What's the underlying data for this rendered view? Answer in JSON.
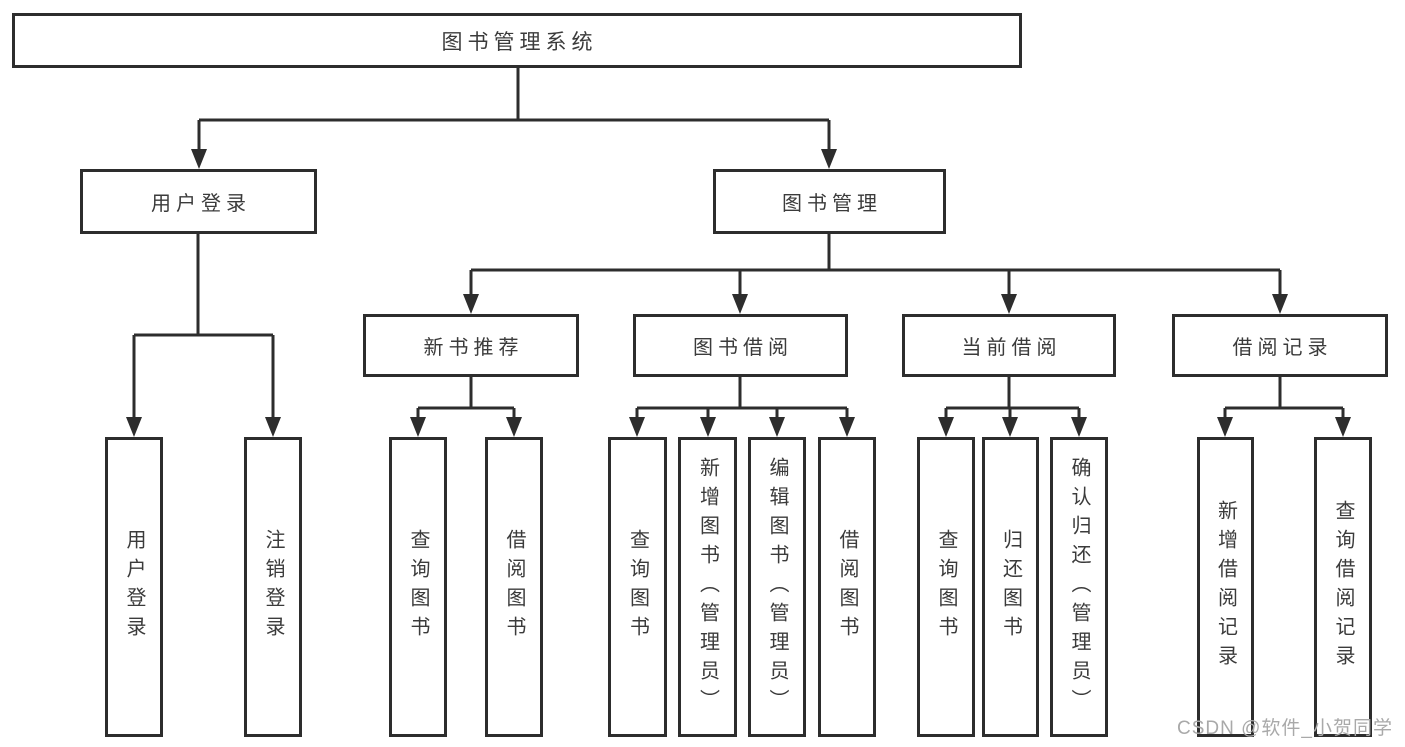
{
  "tree": {
    "root": {
      "label": "图书管理系统"
    },
    "branches": [
      {
        "label": "用户登录",
        "children": [
          {
            "label": "用户登录"
          },
          {
            "label": "注销登录"
          }
        ]
      },
      {
        "label": "图书管理",
        "children": [
          {
            "label": "新书推荐",
            "children": [
              {
                "label": "查询图书"
              },
              {
                "label": "借阅图书"
              }
            ]
          },
          {
            "label": "图书借阅",
            "children": [
              {
                "label": "查询图书"
              },
              {
                "label": "新增图书（管理员）"
              },
              {
                "label": "编辑图书（管理员）"
              },
              {
                "label": "借阅图书"
              }
            ]
          },
          {
            "label": "当前借阅",
            "children": [
              {
                "label": "查询图书"
              },
              {
                "label": "归还图书"
              },
              {
                "label": "确认归还（管理员）"
              }
            ]
          },
          {
            "label": "借阅记录",
            "children": [
              {
                "label": "新增借阅记录"
              },
              {
                "label": "查询借阅记录"
              }
            ]
          }
        ]
      }
    ]
  },
  "watermark": {
    "text": "CSDN @软件_小贺同学"
  },
  "colors": {
    "box_border": "#2d2d2d",
    "connector_line": "#2d2d2d",
    "text": "#3b3b3b",
    "watermark": "#a9a9a9",
    "background": "#ffffff"
  }
}
